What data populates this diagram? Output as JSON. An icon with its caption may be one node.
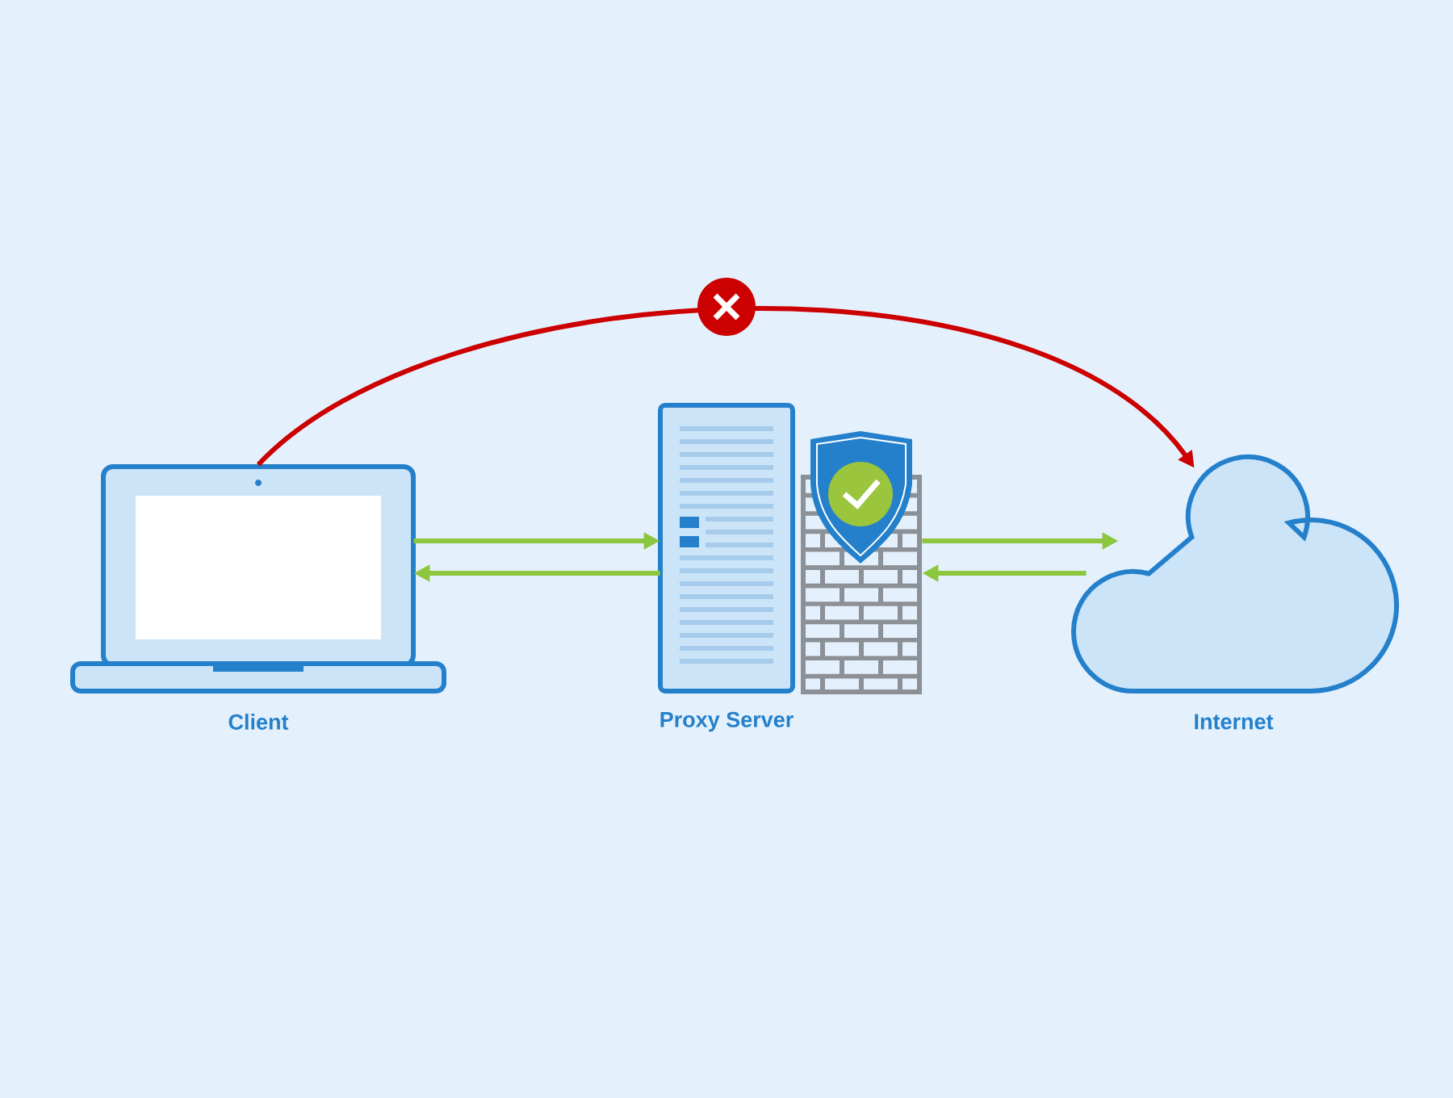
{
  "diagram": {
    "nodes": [
      {
        "text": [
          "Client"
        ]
      },
      {
        "text": [
          "Proxy Server"
        ]
      },
      {
        "text": [
          "Internet"
        ]
      }
    ],
    "edges": [
      {
        "from": 0,
        "to": 1,
        "arrow": "to"
      },
      {
        "from": 1,
        "to": 0,
        "arrow": "to"
      },
      {
        "from": 1,
        "to": 2,
        "arrow": "to"
      },
      {
        "from": 2,
        "to": 1,
        "arrow": "to"
      },
      {
        "from": 0,
        "to": 2,
        "arrow": "to",
        "color": "#cc0000"
      }
    ]
  }
}
